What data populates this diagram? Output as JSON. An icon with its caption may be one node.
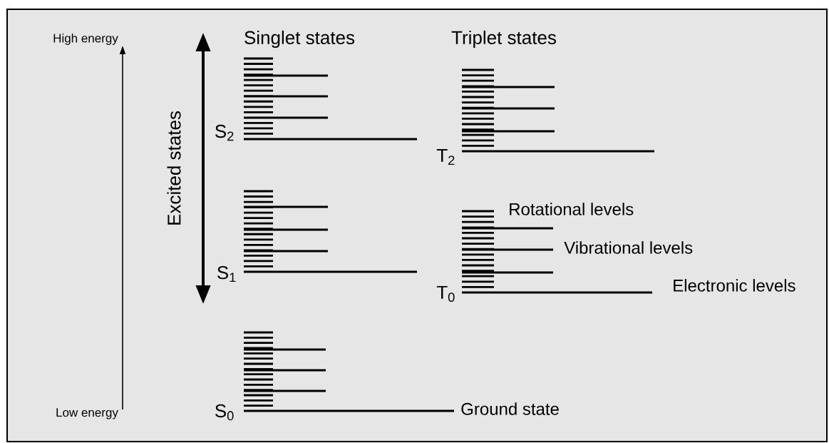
{
  "diagram": {
    "labels": [
      "High energy",
      "Singlet states",
      "Triplet states",
      "Excited states",
      "S$_{2}$",
      "T$_{2}$",
      "Rotational levels",
      "Vibrational levels",
      "S$_{1}$",
      "Electronic levels",
      "T$_{0}$",
      "Low energy",
      "S$_{0}$",
      "Ground state"
    ]
  }
}
